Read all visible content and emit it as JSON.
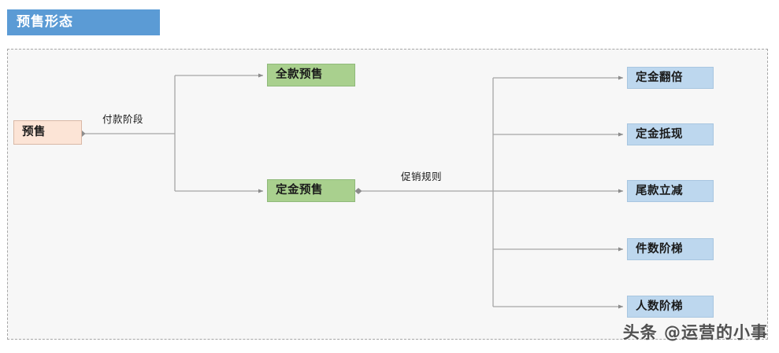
{
  "header": {
    "title": "预售形态",
    "banner_color": "#5b9bd5",
    "text_color": "#ffffff"
  },
  "canvas": {
    "background": "#f7f7f7",
    "border_style": "dashed",
    "border_color": "#a6a6a6"
  },
  "diagram": {
    "type": "tree",
    "root": {
      "label": "预售",
      "fill": "#fce4d6",
      "stroke": "#d9b8a6"
    },
    "edge_labels": {
      "payment_stage": "付款阶段",
      "promotion_rule": "促销规则"
    },
    "level1": [
      {
        "label": "全款预售",
        "fill": "#a9d08e",
        "stroke": "#8fb97a"
      },
      {
        "label": "定金预售",
        "fill": "#a9d08e",
        "stroke": "#8fb97a"
      }
    ],
    "level2": [
      {
        "label": "定金翻倍",
        "fill": "#bdd7ee",
        "stroke": "#a8c6e0"
      },
      {
        "label": "定金抵现",
        "fill": "#bdd7ee",
        "stroke": "#a8c6e0"
      },
      {
        "label": "尾款立减",
        "fill": "#bdd7ee",
        "stroke": "#a8c6e0"
      },
      {
        "label": "件数阶梯",
        "fill": "#bdd7ee",
        "stroke": "#a8c6e0"
      },
      {
        "label": "人数阶梯",
        "fill": "#bdd7ee",
        "stroke": "#a8c6e0"
      }
    ],
    "connector_color": "#a6a6a6"
  },
  "watermark": {
    "text": "头条 @运营的小事"
  }
}
